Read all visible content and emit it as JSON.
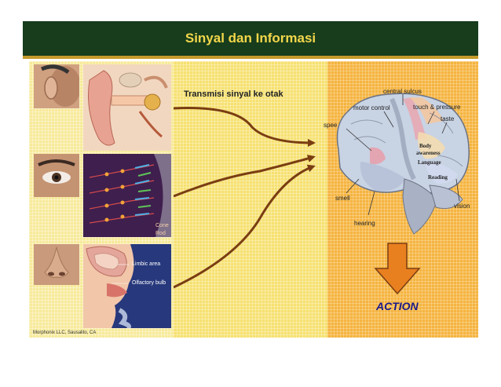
{
  "title": "Sinyal dan Informasi",
  "subtitle": "Transmisi sinyal ke otak",
  "action_label": "ACTION",
  "credit": "Morphonix LLC, Sausalito, CA",
  "sense_labels": {
    "cone": "Cone",
    "rod": "Rod",
    "limbic": "Limbic area",
    "olfactory": "Olfactory bulb"
  },
  "brain_labels": {
    "central_sulcus": "central sulcus",
    "motor_control": "motor control",
    "touch_pressure": "touch & pressure",
    "taste": "taste",
    "speech": "spee",
    "body_awareness_1": "Body",
    "body_awareness_2": "awareness",
    "language": "Language",
    "reading": "Reading",
    "smell": "smell",
    "vision": "vision",
    "hearing": "hearing"
  },
  "colors": {
    "title_bg": "#173d1c",
    "title_text": "#f3d64a",
    "arrow": "#7a3d12",
    "action_arrow": "#e9801f",
    "action_text": "#1a1a8c"
  }
}
